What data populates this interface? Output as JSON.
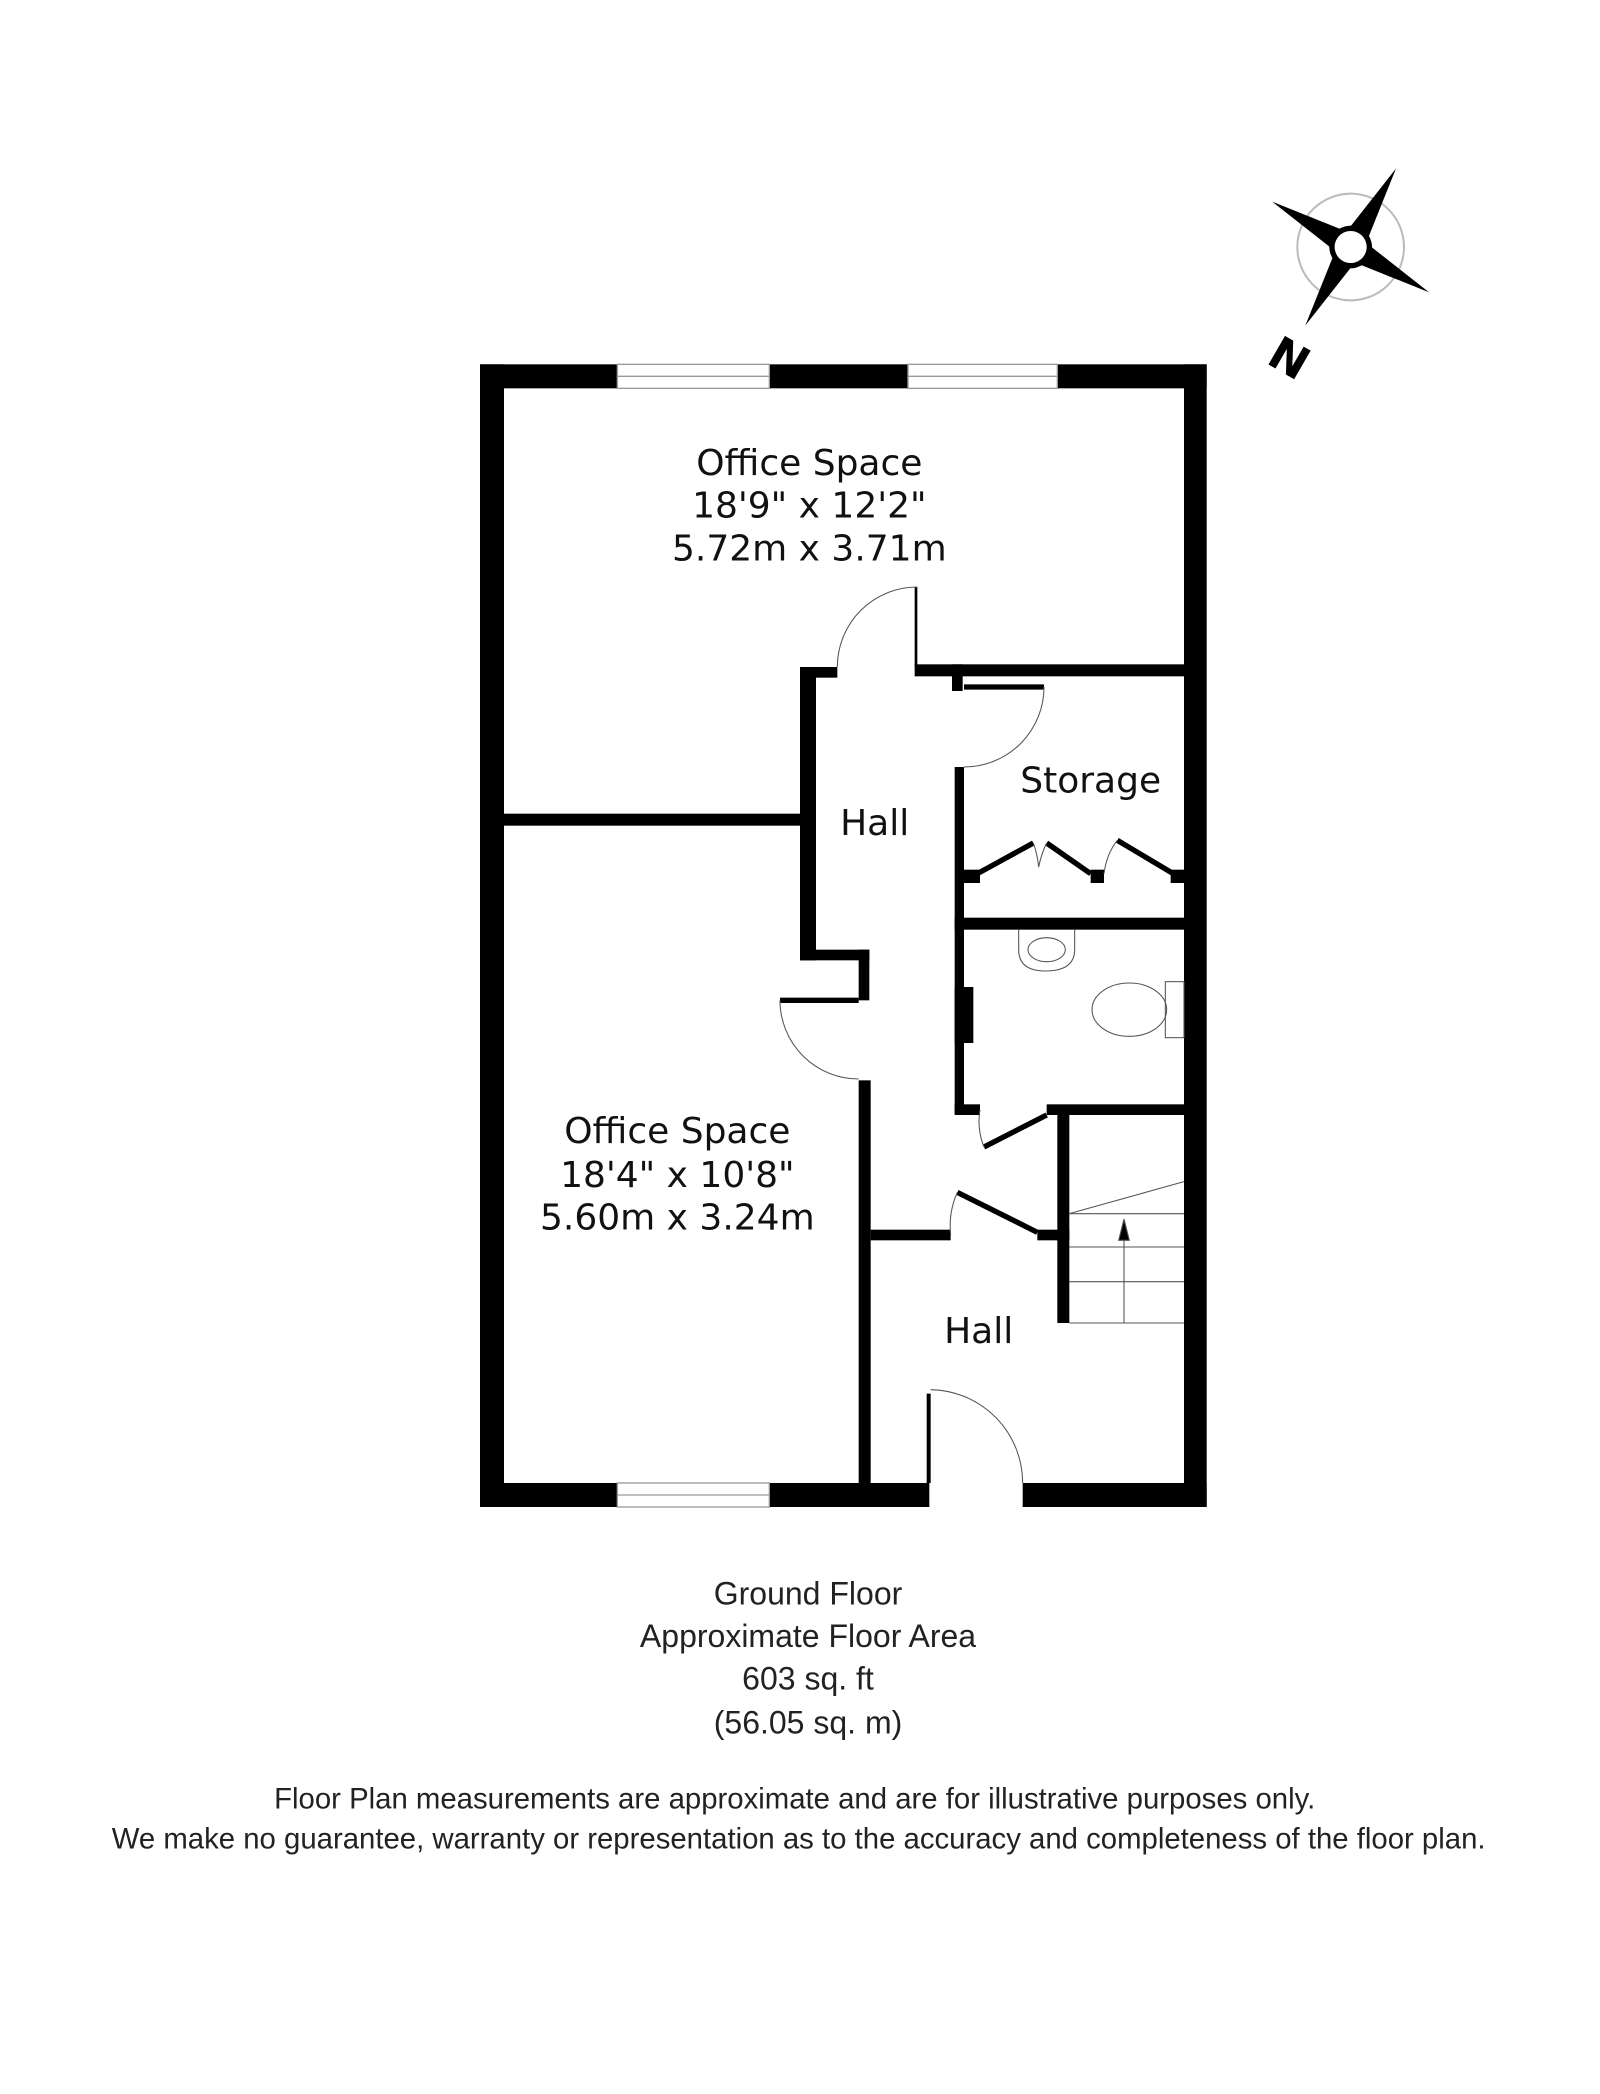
{
  "rooms": [
    {
      "name": "Office Space",
      "imperial": "18'9\" x 12'2\"",
      "metric": "5.72m x 3.71m"
    },
    {
      "name": "Office Space",
      "imperial": "18'4\" x 10'8\"",
      "metric": "5.60m x 3.24m"
    },
    {
      "name": "Storage"
    },
    {
      "name": "Hall"
    },
    {
      "name": "Hall"
    }
  ],
  "compass": {
    "label": "N"
  },
  "summary": {
    "floor": "Ground Floor",
    "area_label": "Approximate Floor Area",
    "area_sqft": "603 sq. ft",
    "area_sqm": "(56.05 sq. m)"
  },
  "disclaimer": {
    "line1": "Floor Plan measurements are approximate and are for illustrative purposes only.",
    "line2": "We make no guarantee, warranty or representation as to the accuracy and completeness of the floor plan."
  }
}
